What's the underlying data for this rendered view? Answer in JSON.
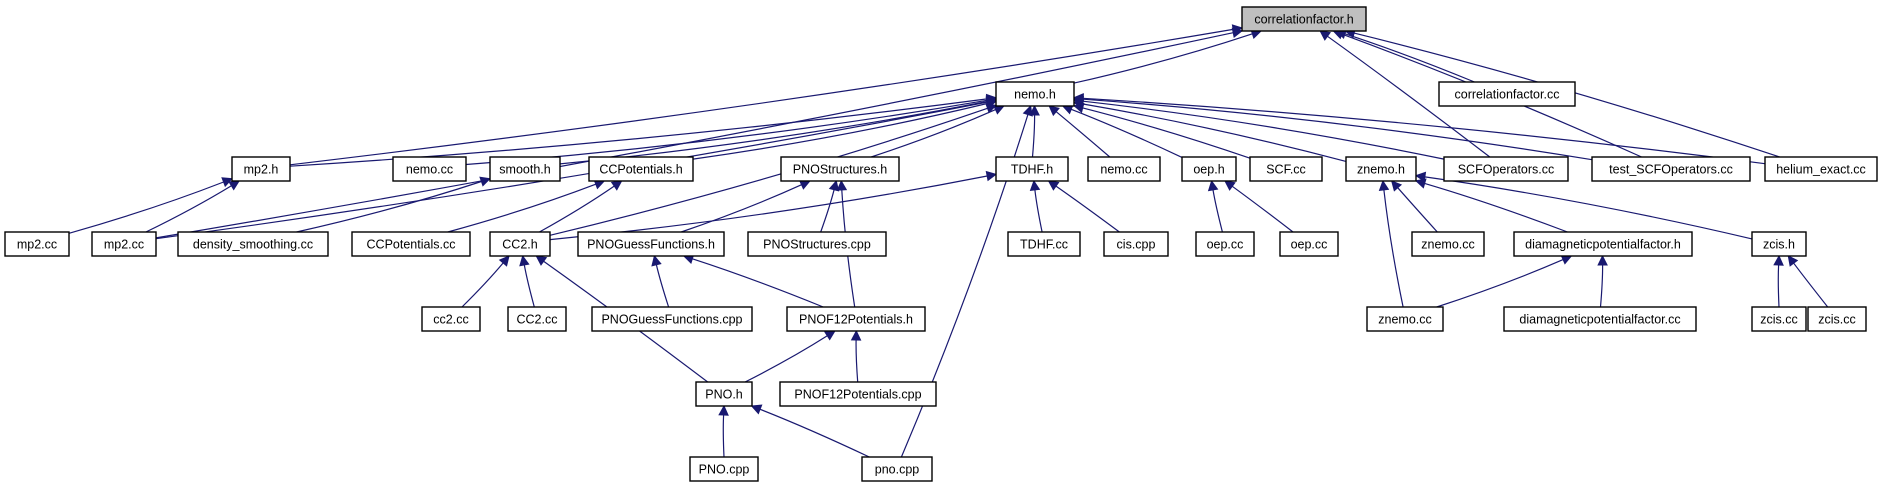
{
  "diagram": {
    "nodes": [
      {
        "id": "correlationfactor_h",
        "label": "correlationfactor.h",
        "root": true
      },
      {
        "id": "nemo_h",
        "label": "nemo.h"
      },
      {
        "id": "correlationfactor_cc",
        "label": "correlationfactor.cc"
      },
      {
        "id": "mp2_h",
        "label": "mp2.h"
      },
      {
        "id": "nemo_cc_a",
        "label": "nemo.cc"
      },
      {
        "id": "smooth_h",
        "label": "smooth.h"
      },
      {
        "id": "ccpotentials_h",
        "label": "CCPotentials.h"
      },
      {
        "id": "pnostructures_h",
        "label": "PNOStructures.h"
      },
      {
        "id": "tdhf_h",
        "label": "TDHF.h"
      },
      {
        "id": "nemo_cc_b",
        "label": "nemo.cc"
      },
      {
        "id": "oep_h",
        "label": "oep.h"
      },
      {
        "id": "scf_cc",
        "label": "SCF.cc"
      },
      {
        "id": "znemo_h",
        "label": "znemo.h"
      },
      {
        "id": "scfoperators_cc",
        "label": "SCFOperators.cc"
      },
      {
        "id": "test_scfoperators_cc",
        "label": "test_SCFOperators.cc"
      },
      {
        "id": "helium_exact_cc",
        "label": "helium_exact.cc"
      },
      {
        "id": "mp2_cc_a",
        "label": "mp2.cc"
      },
      {
        "id": "mp2_cc_b",
        "label": "mp2.cc"
      },
      {
        "id": "density_smoothing_cc",
        "label": "density_smoothing.cc"
      },
      {
        "id": "ccpotentials_cc",
        "label": "CCPotentials.cc"
      },
      {
        "id": "cc2_h",
        "label": "CC2.h"
      },
      {
        "id": "pnoguessfunctions_h",
        "label": "PNOGuessFunctions.h"
      },
      {
        "id": "pnostructures_cpp",
        "label": "PNOStructures.cpp"
      },
      {
        "id": "tdhf_cc",
        "label": "TDHF.cc"
      },
      {
        "id": "cis_cpp",
        "label": "cis.cpp"
      },
      {
        "id": "oep_cc_a",
        "label": "oep.cc"
      },
      {
        "id": "oep_cc_b",
        "label": "oep.cc"
      },
      {
        "id": "znemo_cc_a",
        "label": "znemo.cc"
      },
      {
        "id": "diamag_h",
        "label": "diamagneticpotentialfactor.h"
      },
      {
        "id": "zcis_h",
        "label": "zcis.h"
      },
      {
        "id": "cc2_cc_a",
        "label": "cc2.cc"
      },
      {
        "id": "cc2_cc_b",
        "label": "CC2.cc"
      },
      {
        "id": "pnoguessfunctions_cpp",
        "label": "PNOGuessFunctions.cpp"
      },
      {
        "id": "pnof12potentials_h",
        "label": "PNOF12Potentials.h"
      },
      {
        "id": "znemo_cc_b",
        "label": "znemo.cc"
      },
      {
        "id": "diamag_cc",
        "label": "diamagneticpotentialfactor.cc"
      },
      {
        "id": "zcis_cc_a",
        "label": "zcis.cc"
      },
      {
        "id": "zcis_cc_b",
        "label": "zcis.cc"
      },
      {
        "id": "pno_h",
        "label": "PNO.h"
      },
      {
        "id": "pnof12potentials_cpp",
        "label": "PNOF12Potentials.cpp"
      },
      {
        "id": "pno_cpp_a",
        "label": "PNO.cpp"
      },
      {
        "id": "pno_cpp_b",
        "label": "pno.cpp"
      }
    ],
    "edges": [
      {
        "from": "nemo_h",
        "to": "correlationfactor_h"
      },
      {
        "from": "correlationfactor_cc",
        "to": "correlationfactor_h"
      },
      {
        "from": "mp2_h",
        "to": "correlationfactor_h"
      },
      {
        "from": "mp2_cc_b",
        "to": "correlationfactor_h"
      },
      {
        "from": "scfoperators_cc",
        "to": "correlationfactor_h"
      },
      {
        "from": "test_scfoperators_cc",
        "to": "correlationfactor_h"
      },
      {
        "from": "helium_exact_cc",
        "to": "correlationfactor_h"
      },
      {
        "from": "mp2_h",
        "to": "nemo_h"
      },
      {
        "from": "mp2_cc_b",
        "to": "nemo_h"
      },
      {
        "from": "nemo_cc_a",
        "to": "nemo_h"
      },
      {
        "from": "smooth_h",
        "to": "nemo_h"
      },
      {
        "from": "ccpotentials_h",
        "to": "nemo_h"
      },
      {
        "from": "cc2_h",
        "to": "nemo_h"
      },
      {
        "from": "pnostructures_h",
        "to": "nemo_h"
      },
      {
        "from": "tdhf_h",
        "to": "nemo_h"
      },
      {
        "from": "pno_cpp_b",
        "to": "nemo_h"
      },
      {
        "from": "nemo_cc_b",
        "to": "nemo_h"
      },
      {
        "from": "oep_h",
        "to": "nemo_h"
      },
      {
        "from": "scf_cc",
        "to": "nemo_h"
      },
      {
        "from": "znemo_h",
        "to": "nemo_h"
      },
      {
        "from": "scfoperators_cc",
        "to": "nemo_h"
      },
      {
        "from": "test_scfoperators_cc",
        "to": "nemo_h"
      },
      {
        "from": "helium_exact_cc",
        "to": "nemo_h"
      },
      {
        "from": "mp2_cc_a",
        "to": "mp2_h"
      },
      {
        "from": "mp2_cc_b",
        "to": "mp2_h"
      },
      {
        "from": "density_smoothing_cc",
        "to": "smooth_h"
      },
      {
        "from": "ccpotentials_cc",
        "to": "ccpotentials_h"
      },
      {
        "from": "cc2_h",
        "to": "ccpotentials_h"
      },
      {
        "from": "cc2_h",
        "to": "tdhf_h"
      },
      {
        "from": "pnoguessfunctions_h",
        "to": "pnostructures_h"
      },
      {
        "from": "pnostructures_cpp",
        "to": "pnostructures_h"
      },
      {
        "from": "pnof12potentials_h",
        "to": "pnostructures_h"
      },
      {
        "from": "tdhf_cc",
        "to": "tdhf_h"
      },
      {
        "from": "cis_cpp",
        "to": "tdhf_h"
      },
      {
        "from": "oep_cc_a",
        "to": "oep_h"
      },
      {
        "from": "oep_cc_b",
        "to": "oep_h"
      },
      {
        "from": "znemo_cc_a",
        "to": "znemo_h"
      },
      {
        "from": "znemo_cc_b",
        "to": "znemo_h"
      },
      {
        "from": "diamag_h",
        "to": "znemo_h"
      },
      {
        "from": "zcis_h",
        "to": "znemo_h"
      },
      {
        "from": "cc2_cc_a",
        "to": "cc2_h"
      },
      {
        "from": "cc2_cc_b",
        "to": "cc2_h"
      },
      {
        "from": "pno_h",
        "to": "cc2_h"
      },
      {
        "from": "pnoguessfunctions_cpp",
        "to": "pnoguessfunctions_h"
      },
      {
        "from": "pnof12potentials_h",
        "to": "pnoguessfunctions_h"
      },
      {
        "from": "znemo_cc_b",
        "to": "diamag_h"
      },
      {
        "from": "diamag_cc",
        "to": "diamag_h"
      },
      {
        "from": "zcis_cc_a",
        "to": "zcis_h"
      },
      {
        "from": "zcis_cc_b",
        "to": "zcis_h"
      },
      {
        "from": "pno_h",
        "to": "pnof12potentials_h"
      },
      {
        "from": "pnof12potentials_cpp",
        "to": "pnof12potentials_h"
      },
      {
        "from": "pno_cpp_a",
        "to": "pno_h"
      },
      {
        "from": "pno_cpp_b",
        "to": "pno_h"
      }
    ]
  }
}
